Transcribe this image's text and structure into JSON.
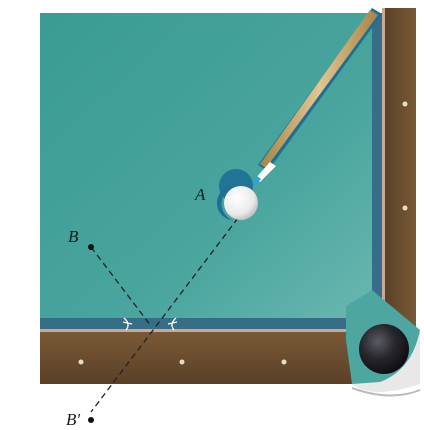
{
  "labels": {
    "ball_a": "A",
    "point_b": "B",
    "point_b_prime": "B'"
  },
  "colors": {
    "felt": "#3f9f99",
    "felt_light": "#62b3ac",
    "cushion": "#356e86",
    "rail_wood": "#6d4f2e",
    "rail_wood_dark": "#4e3720",
    "rail_edge": "#c7aa97",
    "cue_ball": "#f4f4f4",
    "pocket_ball": "#1b1b1f",
    "cue_tip": "#2aa6d8",
    "cue_shaft": "#c9a56a",
    "line": "#222222"
  },
  "icons": [
    "cue-stick-icon",
    "cue-ball-icon",
    "pocket-ball-icon",
    "angle-arc-icon"
  ]
}
